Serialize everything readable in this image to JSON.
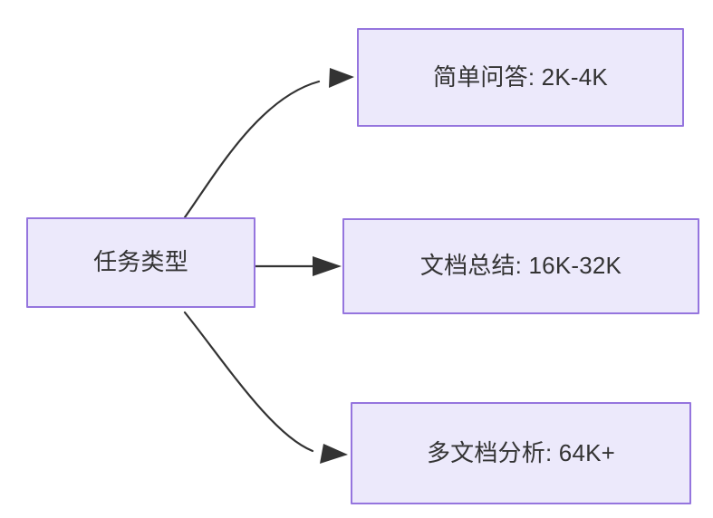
{
  "diagram": {
    "type": "flowchart",
    "direction": "left-to-right",
    "background_color": "#ffffff",
    "node_fill_color": "#ece9fb",
    "node_border_color": "#9575de",
    "text_color": "#333333",
    "edge_color": "#333333",
    "nodes": [
      {
        "id": "source",
        "label": "任务类型",
        "role": "root"
      },
      {
        "id": "simple-qa",
        "label": "简单问答: 2K-4K",
        "role": "leaf",
        "task": "简单问答",
        "range": "2K-4K"
      },
      {
        "id": "doc-summary",
        "label": "文档总结: 16K-32K",
        "role": "leaf",
        "task": "文档总结",
        "range": "16K-32K"
      },
      {
        "id": "multi-doc",
        "label": "多文档分析: 64K+",
        "role": "leaf",
        "task": "多文档分析",
        "range": "64K+"
      }
    ],
    "edges": [
      {
        "id": "edge-source-simple-qa",
        "from": "source",
        "to": "simple-qa",
        "label": "",
        "style": "curved-arrow"
      },
      {
        "id": "edge-source-doc-summary",
        "from": "source",
        "to": "doc-summary",
        "label": "",
        "style": "straight-arrow"
      },
      {
        "id": "edge-source-multi-doc",
        "from": "source",
        "to": "multi-doc",
        "label": "",
        "style": "curved-arrow"
      }
    ]
  }
}
